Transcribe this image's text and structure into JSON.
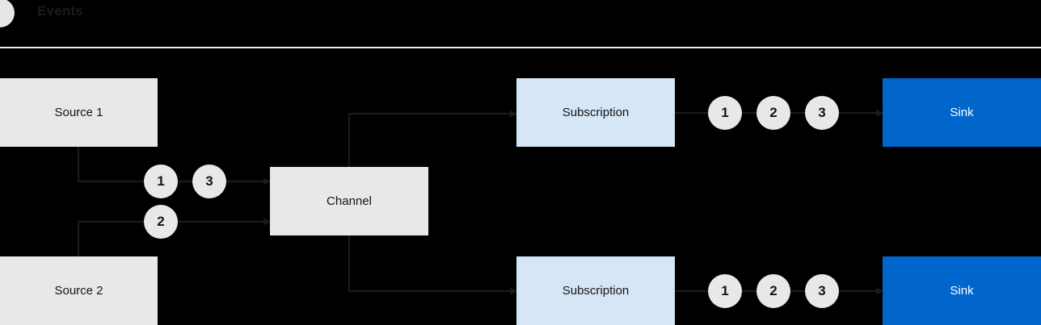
{
  "legend": {
    "icon": "event-dot-icon",
    "label": "Events",
    "dot_color": "#e6e6e6",
    "text_color": "#1b1b1b"
  },
  "divider_color": "#e9ecec",
  "background_color": "#000000",
  "palette": {
    "source_fill": "#e8e8e8",
    "channel_fill": "#e8e8e8",
    "subscription_fill": "#d7e6f7",
    "sink_fill": "#0066cc",
    "sink_text": "#ffffff",
    "token_fill": "#e8e8e8",
    "wire_color": "#1b1b1b"
  },
  "nodes": {
    "source1": {
      "label": "Source 1"
    },
    "source2": {
      "label": "Source 2"
    },
    "channel": {
      "label": "Channel"
    },
    "subscription_top": {
      "label": "Subscription"
    },
    "subscription_bottom": {
      "label": "Subscription"
    },
    "sink_top": {
      "label": "Sink"
    },
    "sink_bottom": {
      "label": "Sink"
    }
  },
  "tokens": {
    "source1_to_channel": [
      "1",
      "3"
    ],
    "source2_to_channel": [
      "2"
    ],
    "subscription_top_to_sink": [
      "1",
      "2",
      "3"
    ],
    "subscription_bottom_to_sink": [
      "1",
      "2",
      "3"
    ]
  }
}
